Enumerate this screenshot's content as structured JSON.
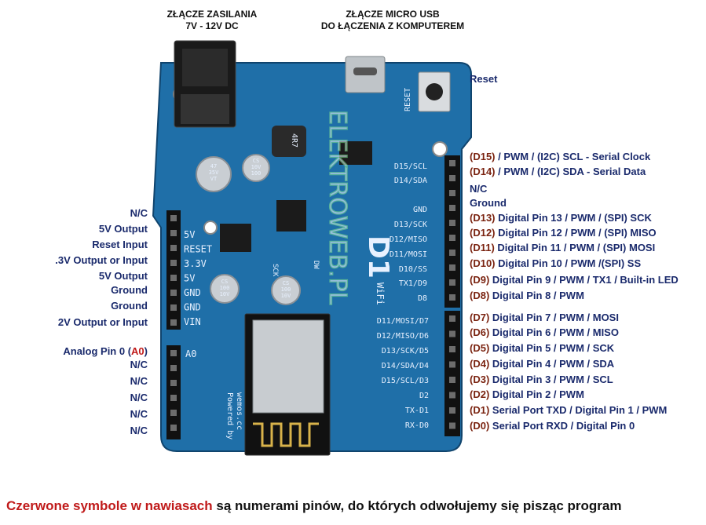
{
  "top_labels": {
    "power": "ZŁĄCZE ZASILANIA\n7V - 12V DC",
    "usb": "ZŁĄCZE MICRO USB\nDO ŁĄCZENIA Z KOMPUTEREM"
  },
  "reset_label": "Reset",
  "right_labels": [
    {
      "pin": "(D15)",
      "text": " / PWM / (I2C) SCL - Serial Clock"
    },
    {
      "pin": "(D14)",
      "text": " / PWM / (I2C) SDA - Serial Data"
    },
    {
      "pin": "",
      "text": "N/C"
    },
    {
      "pin": "",
      "text": "Ground"
    },
    {
      "pin": "(D13)",
      "text": " Digital Pin 13 / PWM / (SPI) SCK"
    },
    {
      "pin": "(D12)",
      "text": " Digital Pin 12 /  PWM / (SPI) MISO"
    },
    {
      "pin": "(D11)",
      "text": " Digital Pin 11 / PWM / (SPI) MOSI"
    },
    {
      "pin": "(D10)",
      "text": " Digital Pin 10 / PWM /(SPI) SS"
    },
    {
      "pin": "(D9)",
      "text": " Digital Pin 9 / PWM / TX1 / Built-in LED"
    },
    {
      "pin": "(D8)",
      "text": " Digital Pin 8 / PWM"
    },
    {
      "pin": "(D7)",
      "text": " Digital Pin 7 / PWM / MOSI"
    },
    {
      "pin": "(D6)",
      "text": " Digital Pin 6 / PWM / MISO"
    },
    {
      "pin": "(D5)",
      "text": " Digital Pin 5 / PWM / SCK"
    },
    {
      "pin": "(D4)",
      "text": " Digital Pin 4 / PWM / SDA"
    },
    {
      "pin": "(D3)",
      "text": " Digital Pin 3 / PWM / SCL"
    },
    {
      "pin": "(D2)",
      "text": " Digital Pin 2 / PWM"
    },
    {
      "pin": "(D1)",
      "text": " Serial Port TXD / Digital Pin 1 / PWM"
    },
    {
      "pin": "(D0)",
      "text": " Serial Port RXD / Digital Pin 0"
    }
  ],
  "left_labels": [
    "N/C",
    "5V Output",
    "Reset Input",
    ".3V Output or Input",
    "5V Output",
    "Ground",
    "Ground",
    "2V Output or Input"
  ],
  "analog": {
    "prefix": "Analog Pin 0 (",
    "pin": "A0",
    "suffix": ")"
  },
  "analog_nc": [
    "N/C",
    "N/C",
    "N/C",
    "N/C",
    "N/C"
  ],
  "silkscreen": {
    "left_header": [
      "5V",
      "RESET",
      "3.3V",
      "5V",
      "GND",
      "GND",
      "VIN"
    ],
    "analog": "A0",
    "right_header_top": [
      "D15/SCL",
      "D14/SDA",
      "GND",
      "D13/SCK",
      "D12/MISO",
      "D11/MOSI",
      "D10/SS",
      "TX1/D9",
      "D8"
    ],
    "right_header_bottom": [
      "D11/MOSI/D7",
      "D12/MISO/D6",
      "D13/SCK/D5",
      "D14/SDA/D4",
      "D15/SCL/D3",
      "D2",
      "TX-D1",
      "RX-D0"
    ],
    "reset": "RESET",
    "logo": "D1",
    "wifi": "WiFi",
    "powered": "Powered by\nwemos.cc",
    "watermark": "ELEKTROWEB.PL",
    "cap1": "47\n35V\nVT",
    "cap2": "CS\n10V\n100",
    "cap3": "CS\n100\n10V",
    "cap4": "CS\n100\n10V",
    "inductor": "4R7",
    "sck": "SCK",
    "dw": "DW"
  },
  "caption": {
    "red": "Czerwone symbole w nawiasach",
    "black": " są numerami pinów, do których odwołujemy się pisząc program"
  },
  "colors": {
    "board": "#1f6fa8",
    "label": "#1a2a6c",
    "pin": "#7a2310",
    "caption_red": "#c01a1a"
  }
}
